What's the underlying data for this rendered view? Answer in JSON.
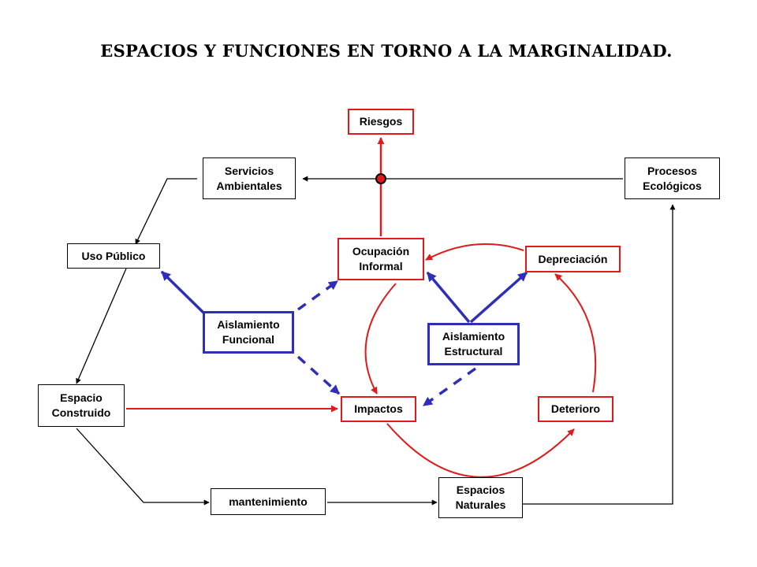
{
  "title": "ESPACIOS Y FUNCIONES EN TORNO A LA MARGINALIDAD.",
  "colors": {
    "black": "#000000",
    "red": "#e01a1a",
    "blue": "#2e2eb8"
  },
  "nodes": {
    "riesgos": "Riesgos",
    "servicios_ambientales": "Servicios\nAmbientales",
    "procesos_ecologicos": "Procesos\nEcológicos",
    "uso_publico": "Uso Público",
    "ocupacion_informal": "Ocupación\nInformal",
    "depreciacion": "Depreciación",
    "aislamiento_funcional": "Aislamiento\nFuncional",
    "aislamiento_estructural": "Aislamiento\nEstructural",
    "espacio_construido": "Espacio\nConstruido",
    "impactos": "Impactos",
    "deterioro": "Deterioro",
    "mantenimiento": "mantenimiento",
    "espacios_naturales": "Espacios\nNaturales"
  }
}
